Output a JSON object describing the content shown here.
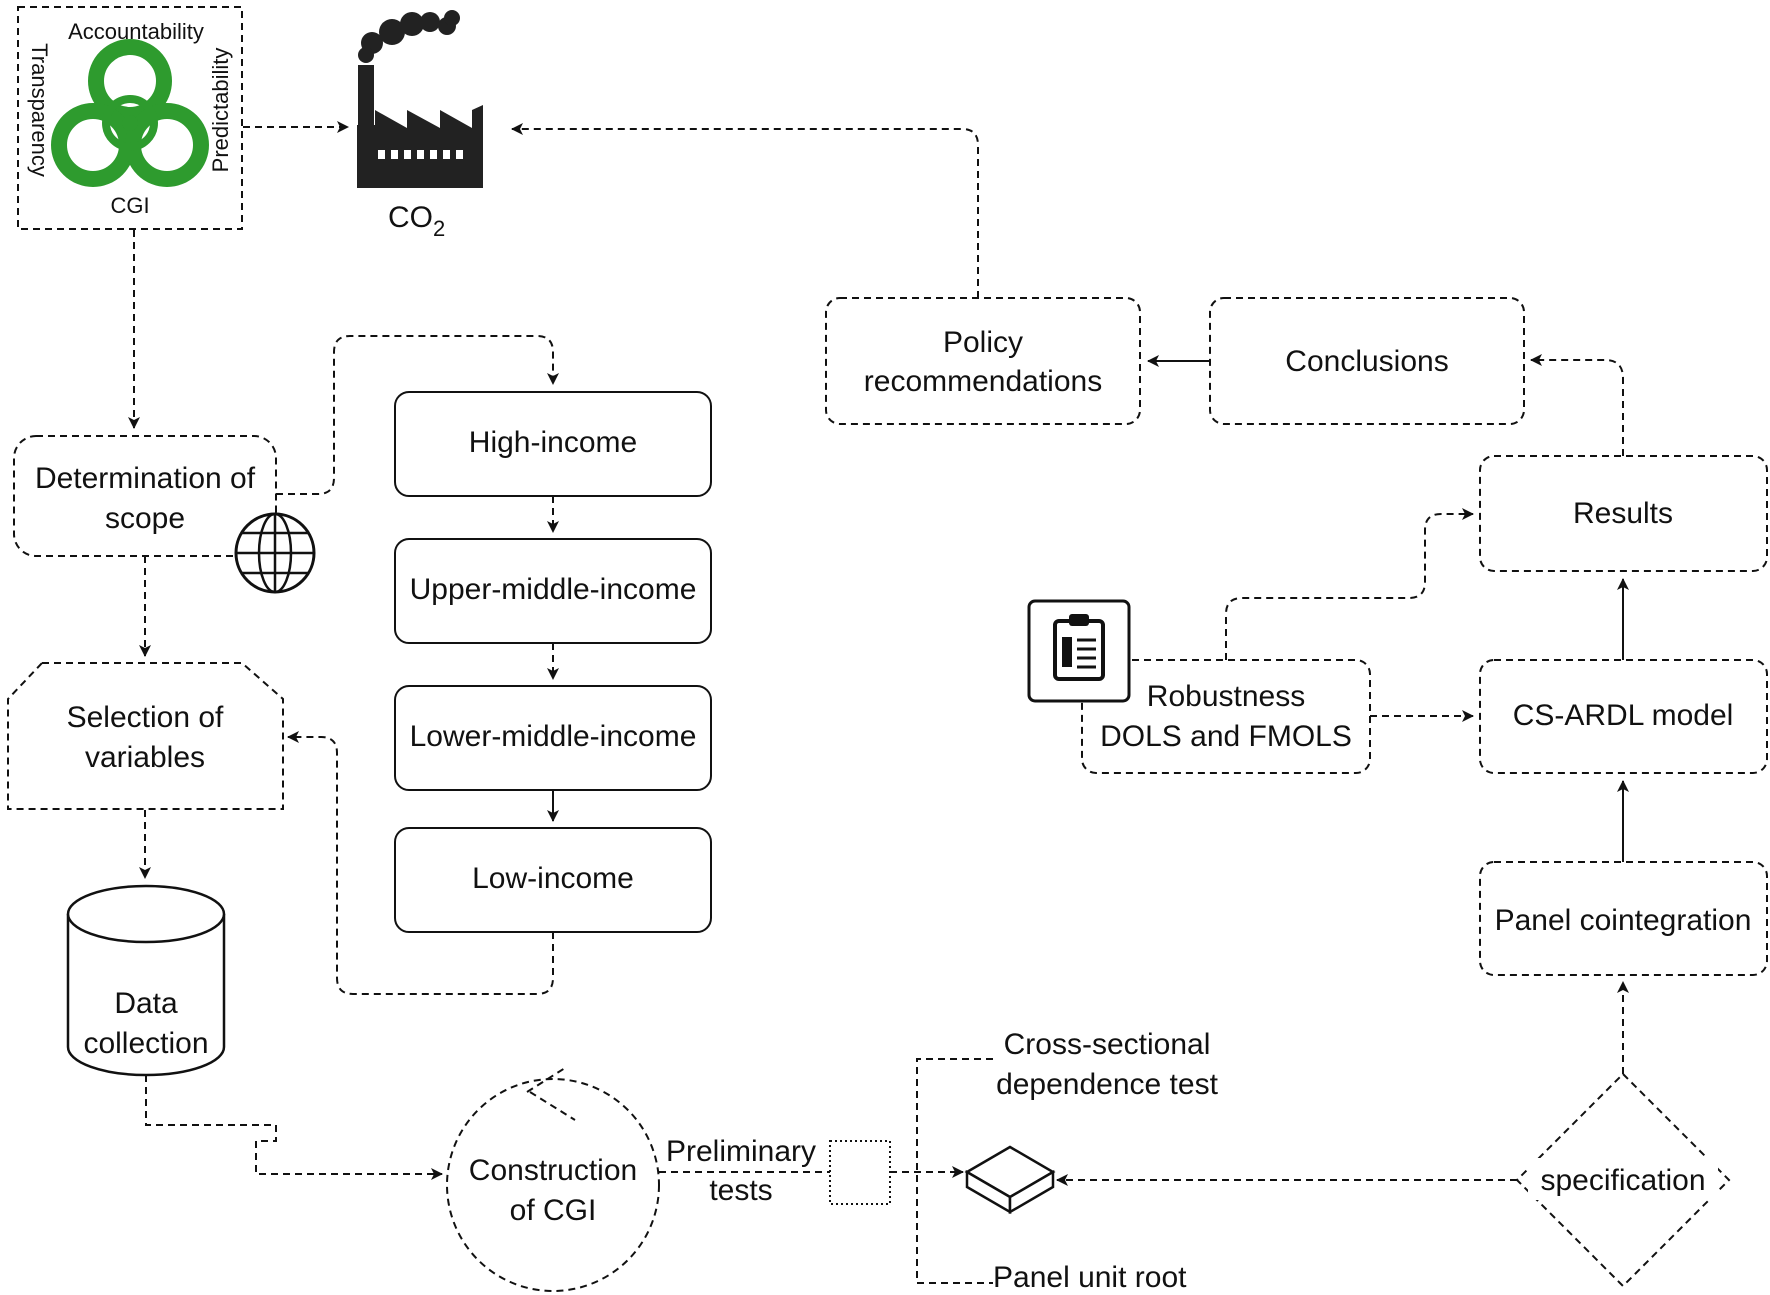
{
  "cgi_panel": {
    "top": "Accountability",
    "left": "Transparency",
    "right": "Predictability",
    "bottom": "CGI"
  },
  "co2": {
    "label": "CO",
    "subscript": "2"
  },
  "scope": {
    "line1": "Determination of",
    "line2": "scope"
  },
  "income_groups": [
    "High-income",
    "Upper-middle-income",
    "Lower-middle-income",
    "Low-income"
  ],
  "selection": {
    "line1": "Selection of",
    "line2": "variables"
  },
  "data_collection": {
    "line1": "Data",
    "line2": "collection"
  },
  "construction": {
    "line1": "Construction",
    "line2": "of CGI"
  },
  "preliminary": {
    "line1": "Preliminary",
    "line2": "tests"
  },
  "cross_sectional": {
    "line1": "Cross-sectional",
    "line2": "dependence test"
  },
  "panel_unit_root": "Panel unit root",
  "specification": "specification",
  "panel_cointegration": "Panel cointegration",
  "cs_ardl": "CS-ARDL model",
  "robustness": {
    "line1": "Robustness",
    "line2": "DOLS and FMOLS"
  },
  "results": "Results",
  "conclusions": "Conclusions",
  "policy": {
    "line1": "Policy",
    "line2": "recommendations"
  },
  "colors": {
    "biohazard": "#2e9b2e",
    "factory": "#222222",
    "stroke": "#111111"
  },
  "icons": [
    "biohazard-icon",
    "factory-icon",
    "globe-icon",
    "clipboard-icon",
    "database-icon",
    "box-icon"
  ]
}
